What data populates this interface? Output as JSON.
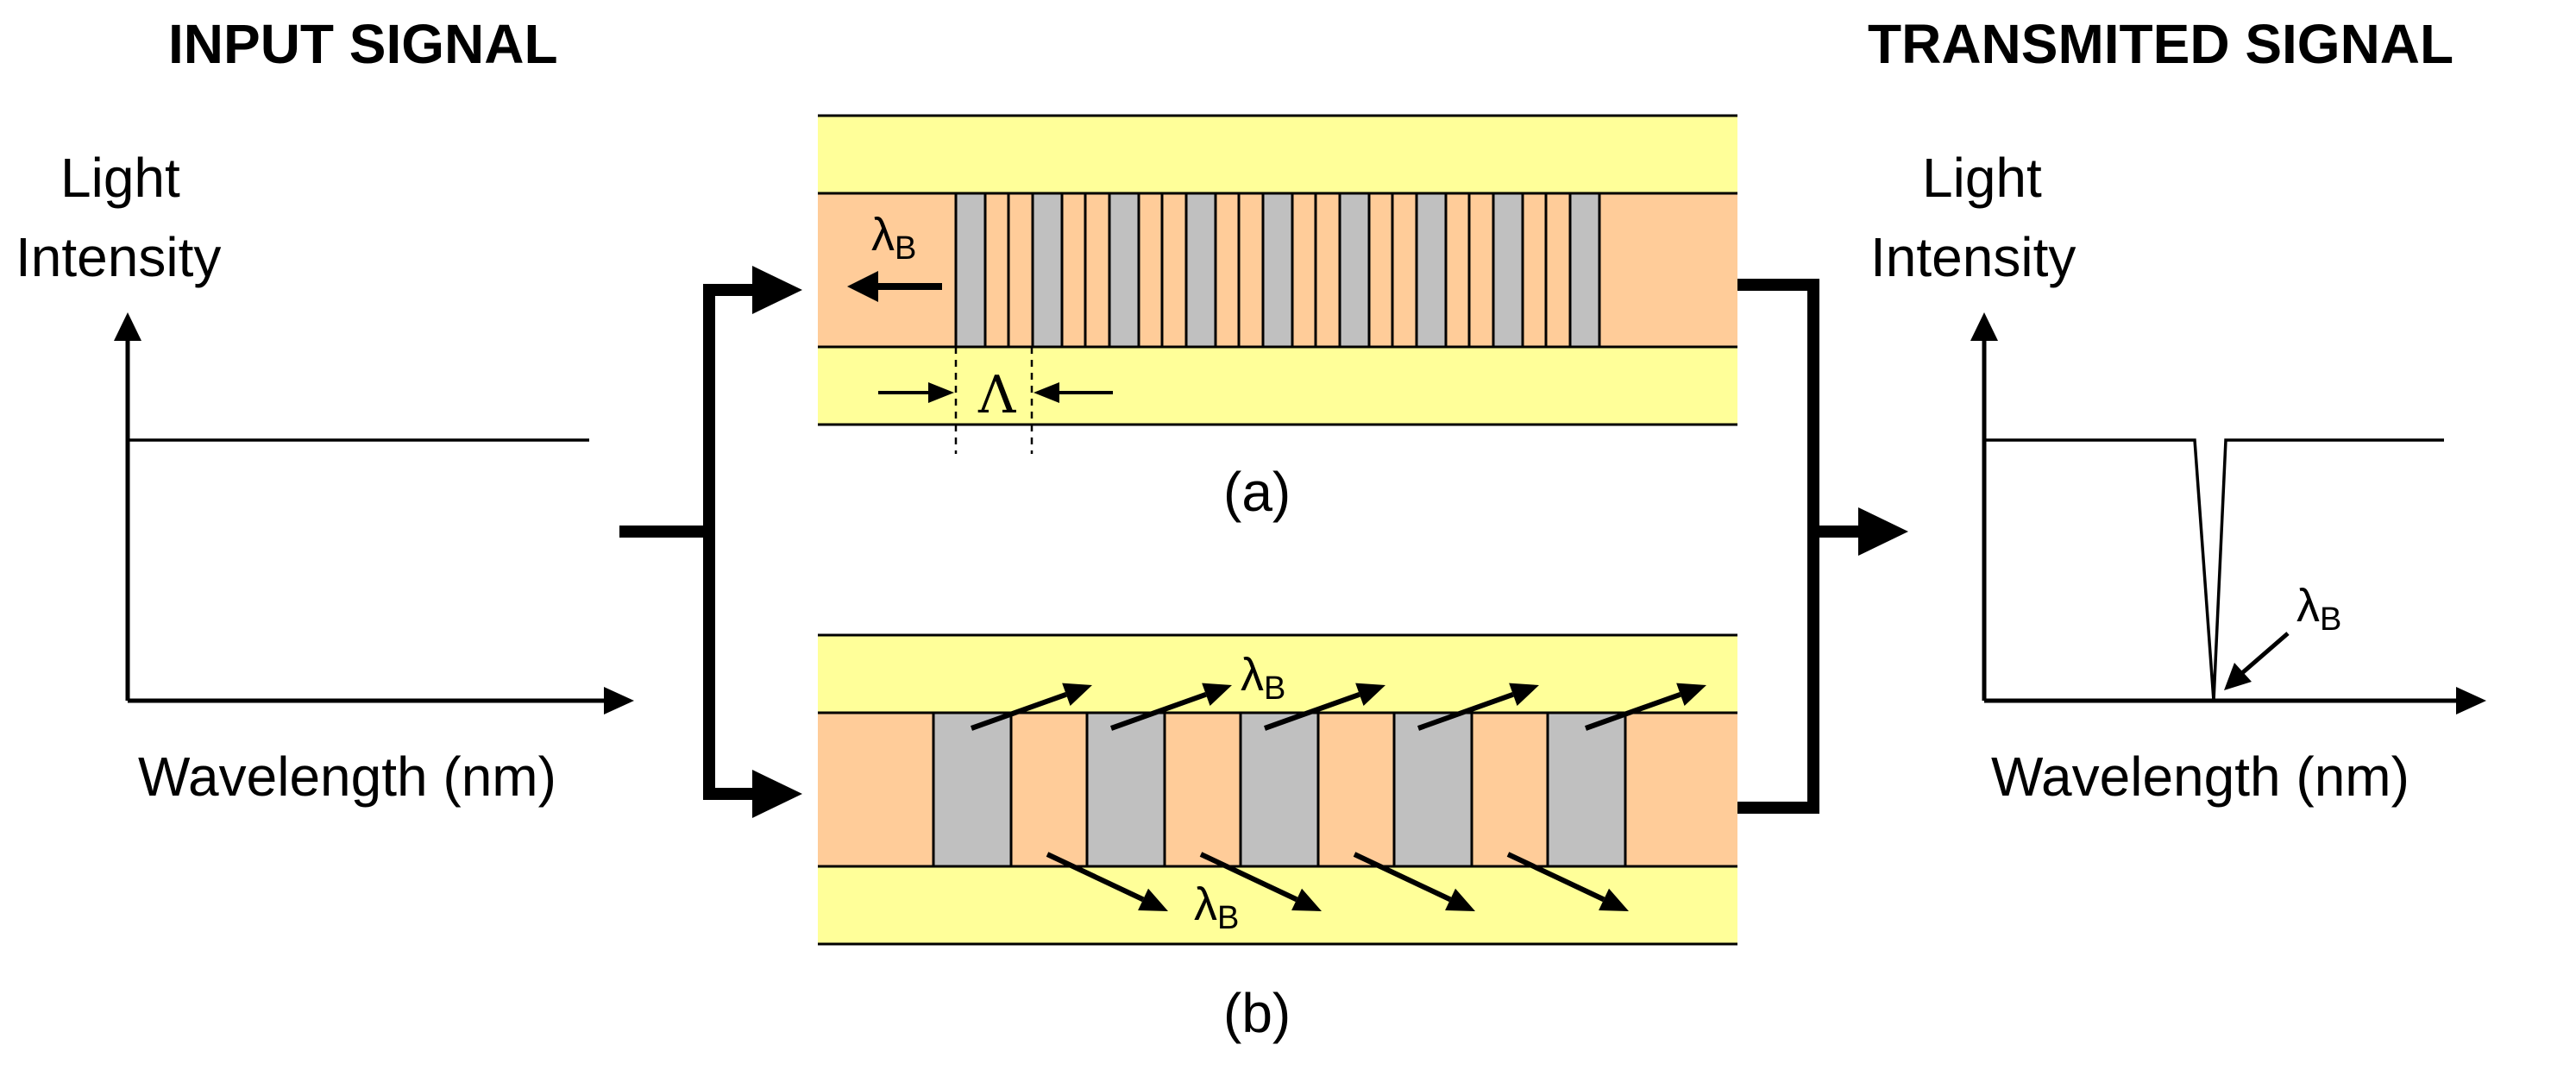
{
  "input": {
    "title": "INPUT SIGNAL",
    "y_label_line1": "Light",
    "y_label_line2": "Intensity",
    "x_label": "Wavelength (nm)"
  },
  "output": {
    "title": "TRANSMITED SIGNAL",
    "y_label_line1": "Light",
    "y_label_line2": "Intensity",
    "x_label": "Wavelength (nm)",
    "dip_label_main": "λ",
    "dip_label_sub": "B"
  },
  "grating_a": {
    "caption": "(a)",
    "reflect_label_main": "λ",
    "reflect_label_sub": "B",
    "period_symbol": "Λ"
  },
  "grating_b": {
    "caption": "(b)",
    "upper_label_main": "λ",
    "upper_label_sub": "B",
    "lower_label_main": "λ",
    "lower_label_sub": "B"
  },
  "colors": {
    "cladding": "#ffff99",
    "core": "#ffcc99",
    "grating": "#c0c0c0",
    "line": "#000000"
  }
}
